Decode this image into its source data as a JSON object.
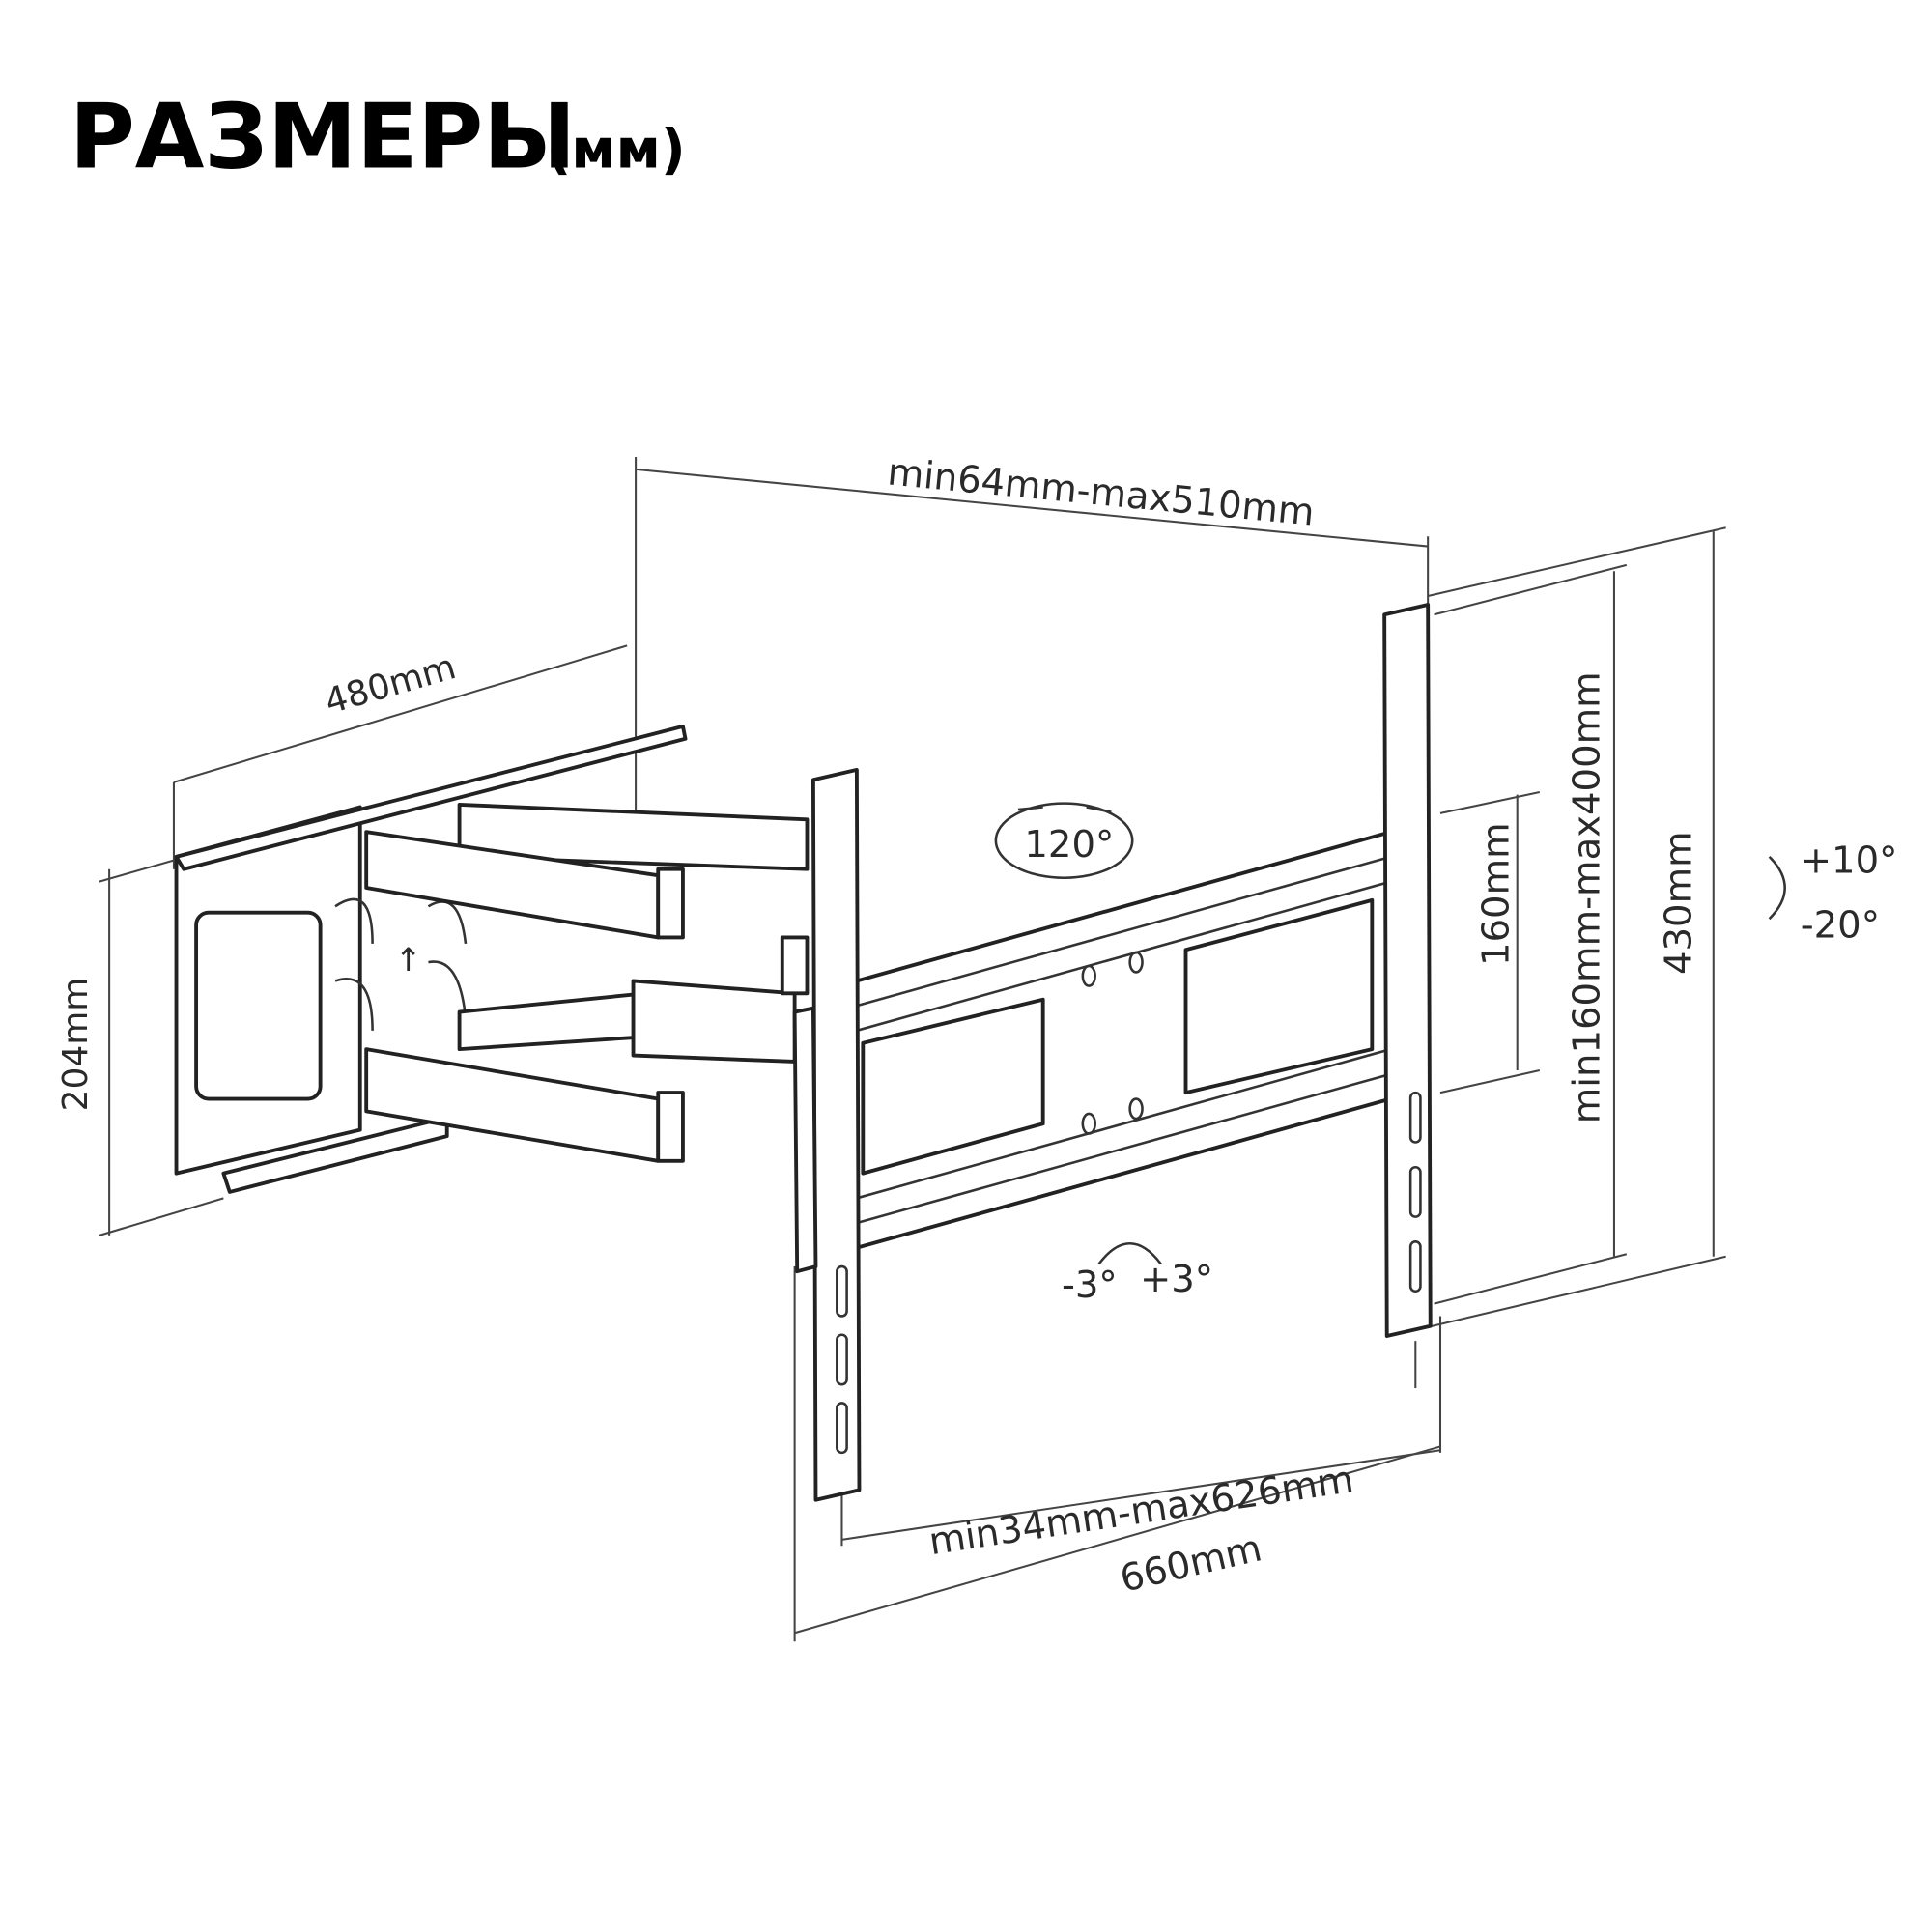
{
  "title": {
    "main": "РАЗМЕРЫ",
    "unit": "(мм)"
  },
  "dimensions": {
    "top_width": "min64mm-max510mm",
    "depth": "480mm",
    "wall_plate_height": "204mm",
    "hole_spacing_vertical": "160mm",
    "vesa_vertical": "min160mm-max400mm",
    "plate_height": "430mm",
    "horizontal_range": "min34mm-max626mm",
    "plate_width": "660mm"
  },
  "angles": {
    "swivel": "120°",
    "tilt_up": "+10°",
    "tilt_down": "-20°",
    "rotate_left": "-3°",
    "rotate_right": "+3°"
  }
}
